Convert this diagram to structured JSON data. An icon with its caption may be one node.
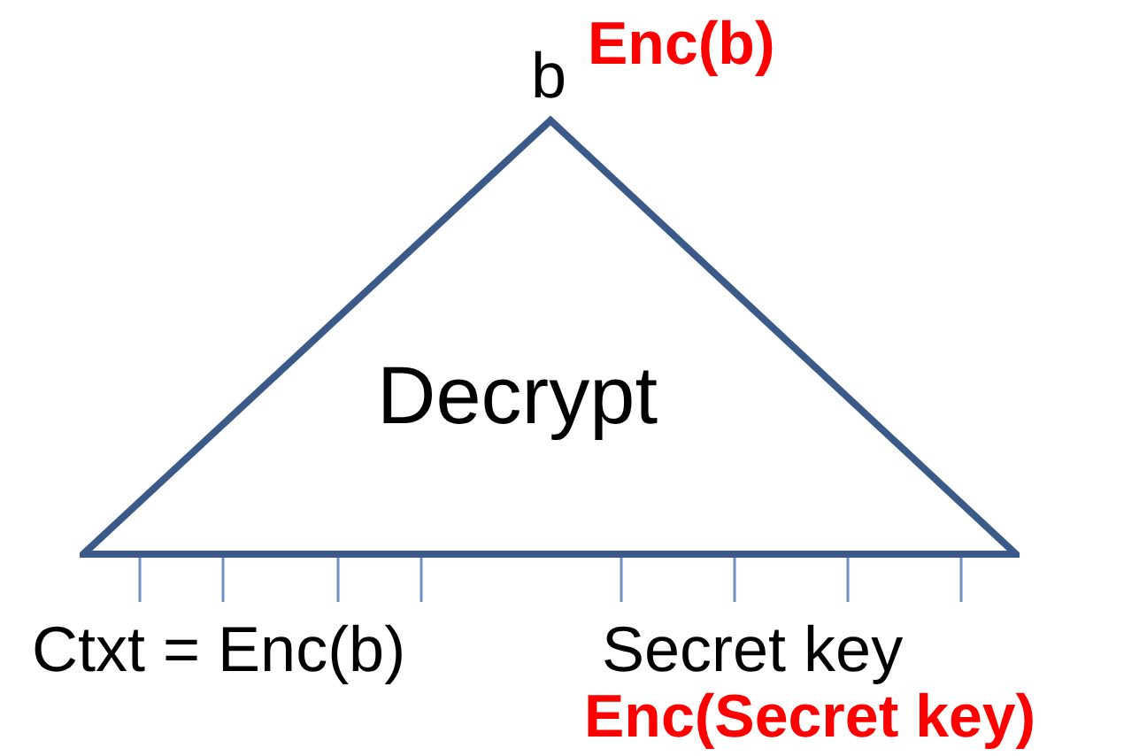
{
  "diagram": {
    "nodes": [
      {
        "text": [
          "Decrypt"
        ]
      }
    ],
    "edges": [],
    "labels": [
      "b",
      "Enc(b)",
      "Ctxt = Enc(b)",
      "Secret key",
      "Enc(Secret key)"
    ]
  }
}
